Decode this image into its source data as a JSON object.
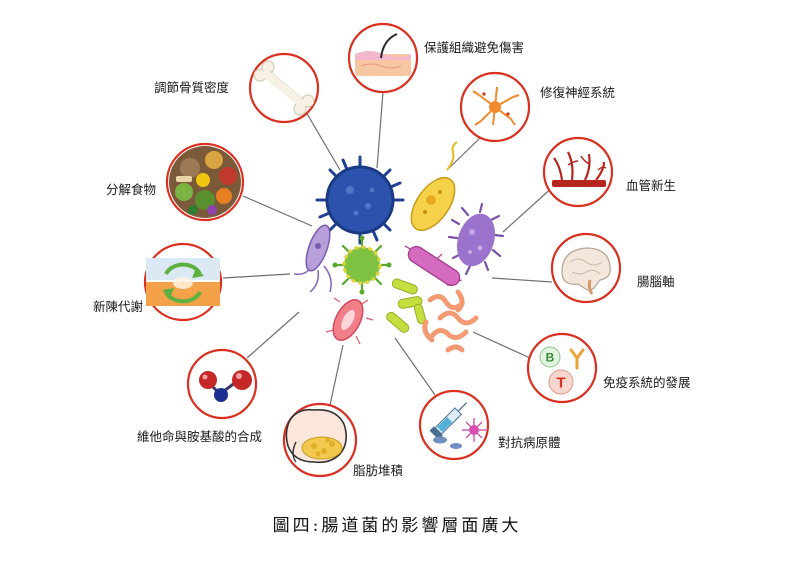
{
  "caption": "圖四:腸道菌的影響層面廣大",
  "nodes": [
    {
      "id": "skin",
      "label": "保護組織避免傷害",
      "icon": "skin-hair-icon"
    },
    {
      "id": "nerve",
      "label": "修復神經系統",
      "icon": "neuron-icon"
    },
    {
      "id": "vessel",
      "label": "血管新生",
      "icon": "blood-vessel-icon"
    },
    {
      "id": "brain",
      "label": "腸腦軸",
      "icon": "brain-icon"
    },
    {
      "id": "immune",
      "label": "免疫系統的發展",
      "icon": "b-t-cell-antibody-icon"
    },
    {
      "id": "pathogen",
      "label": "對抗病原體",
      "icon": "syringe-pathogen-icon"
    },
    {
      "id": "fat",
      "label": "脂肪堆積",
      "icon": "belly-fat-icon"
    },
    {
      "id": "vitamin",
      "label": "維他命與胺基酸的合成",
      "icon": "molecule-icon"
    },
    {
      "id": "metabolism",
      "label": "新陳代謝",
      "icon": "metabolism-cycle-icon"
    },
    {
      "id": "food",
      "label": "分解食物",
      "icon": "food-pile-icon"
    },
    {
      "id": "bone",
      "label": "調節骨質密度",
      "icon": "bone-icon"
    }
  ],
  "immune_letters": {
    "b": "B",
    "t": "T"
  }
}
